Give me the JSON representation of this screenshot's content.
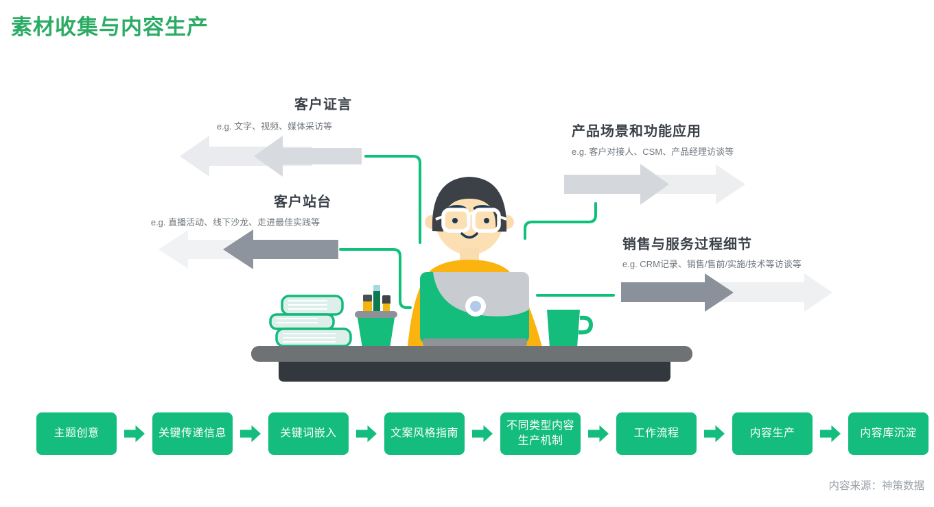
{
  "title": "素材收集与内容生产",
  "sources": [
    {
      "id": "customer-testimonial",
      "label": "客户证言",
      "example": "e.g. 文字、视频、媒体采访等"
    },
    {
      "id": "customer-endorsement",
      "label": "客户站台",
      "example": "e.g. 直播活动、线下沙龙、走进最佳实践等"
    },
    {
      "id": "product-scenarios",
      "label": "产品场景和功能应用",
      "example": "e.g. 客户对接人、CSM、产品经理访谈等"
    },
    {
      "id": "sales-service-details",
      "label": "销售与服务过程细节",
      "example": "e.g. CRM记录、销售/售前/实施/技术等访谈等"
    }
  ],
  "flow_steps": [
    {
      "label": "主题创意"
    },
    {
      "label": "关键传递信息"
    },
    {
      "label": "关键词嵌入"
    },
    {
      "label": "文案风格指南"
    },
    {
      "label": "不同类型内容生产机制"
    },
    {
      "label": "工作流程"
    },
    {
      "label": "内容生产"
    },
    {
      "label": "内容库沉淀"
    }
  ],
  "attribution": "内容来源：神策数据",
  "colors": {
    "title_green": "#2BAC64",
    "accent_green": "#14BD7D",
    "connector_green": "#0EC07A",
    "dark_arrow_gray": "#8D949D",
    "light_arrow_gray": "#D7DADF",
    "lighter_arrow_gray": "#EDEEF0",
    "label_dark": "#3A4149",
    "example_gray": "#70777D"
  }
}
